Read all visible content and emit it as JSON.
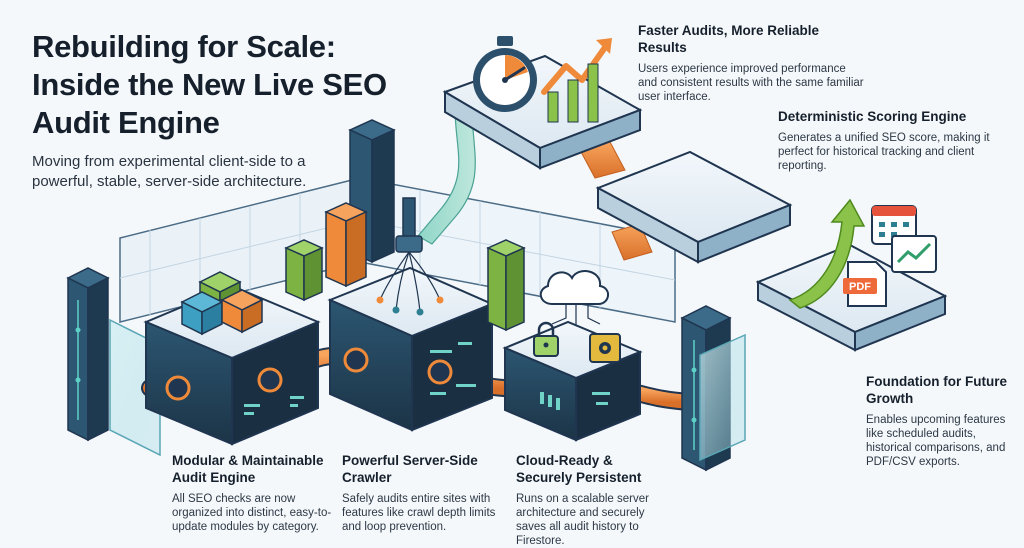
{
  "title": "Rebuilding for Scale: Inside the New Live SEO Audit Engine",
  "intro": "Moving from experimental client-side to a powerful, stable, server-side architecture.",
  "features": {
    "faster_audits": {
      "title": "Faster Audits, More Reliable Results",
      "body": "Users experience improved performance and consistent results with the same familiar user interface."
    },
    "scoring": {
      "title": "Deterministic Scoring Engine",
      "body": "Generates a unified SEO score, making it perfect for historical tracking and client reporting."
    },
    "foundation": {
      "title": "Foundation for Future Growth",
      "body": "Enables upcoming features like scheduled audits, historical comparisons, and PDF/CSV exports."
    },
    "modular": {
      "title": "Modular & Maintainable Audit Engine",
      "body": "All SEO checks are now organized into distinct, easy-to-update modules by category."
    },
    "crawler": {
      "title": "Powerful Server-Side Crawler",
      "body": "Safely audits entire sites with features like crawl depth limits and loop prevention."
    },
    "cloud": {
      "title": "Cloud-Ready & Securely Persistent",
      "body": "Runs on a scalable server architecture and securely saves all audit history to Firestore."
    }
  },
  "pdf_badge": "PDF",
  "icons": [
    "stopwatch-icon",
    "trend-arrow-icon",
    "cloud-icon",
    "lock-icon",
    "safe-icon",
    "calendar-icon",
    "chart-icon",
    "pdf-icon",
    "crawler-probe-icon"
  ],
  "colors": {
    "navy": "#1f3550",
    "teal": "#2f7f92",
    "orange": "#ef8a3a",
    "green": "#8bc34a",
    "light": "#e8f1f7"
  }
}
